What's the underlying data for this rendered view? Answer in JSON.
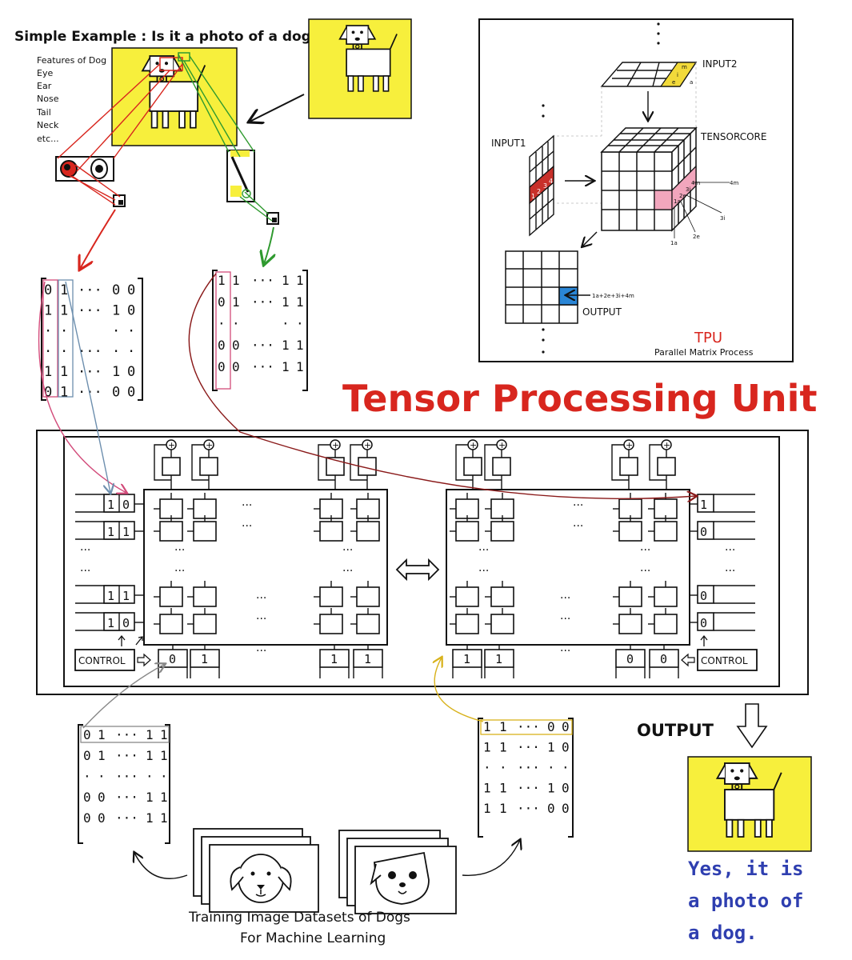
{
  "colors": {
    "yellow": "#f7ef3c",
    "red": "#d8261e",
    "blue": "#2f3fb0",
    "green": "#2f9a2f",
    "pink": "#f2a6bd",
    "cellblue": "#2a86d6"
  },
  "top_left": {
    "title": "Simple Example : Is it a photo of a dog?",
    "features_header": "Features of Dog",
    "features": [
      "Eye",
      "Ear",
      "Nose",
      "Tail",
      "Neck",
      "etc..."
    ]
  },
  "matrices": {
    "m1": {
      "rows": [
        [
          "0",
          "1",
          "···",
          "0",
          "0"
        ],
        [
          "1",
          "1",
          "···",
          "1",
          "0"
        ],
        [
          "·",
          "·",
          "",
          "·",
          "·"
        ],
        [
          "·",
          "·",
          "···",
          "·",
          "·"
        ],
        [
          "1",
          "1",
          "···",
          "1",
          "0"
        ],
        [
          "0",
          "1",
          "···",
          "0",
          "0"
        ]
      ]
    },
    "m2": {
      "rows": [
        [
          "1",
          "1",
          "···",
          "1",
          "1"
        ],
        [
          "0",
          "1",
          "···",
          "1",
          "1"
        ],
        [
          "·",
          "·",
          "",
          "·",
          "·"
        ],
        [
          "0",
          "0",
          "···",
          "1",
          "1"
        ],
        [
          "0",
          "0",
          "···",
          "1",
          "1"
        ]
      ]
    },
    "m3": {
      "rows": [
        [
          "0",
          "1",
          "···",
          "1",
          "1"
        ],
        [
          "0",
          "1",
          "···",
          "1",
          "1"
        ],
        [
          "·",
          "·",
          "···",
          "·",
          "·"
        ],
        [
          "0",
          "0",
          "···",
          "1",
          "1"
        ],
        [
          "0",
          "0",
          "···",
          "1",
          "1"
        ]
      ]
    },
    "m4": {
      "rows": [
        [
          "1",
          "1",
          "···",
          "0",
          "0"
        ],
        [
          "1",
          "1",
          "···",
          "1",
          "0"
        ],
        [
          "·",
          "·",
          "···",
          "·",
          "·"
        ],
        [
          "1",
          "1",
          "···",
          "1",
          "0"
        ],
        [
          "1",
          "1",
          "···",
          "0",
          "0"
        ]
      ]
    }
  },
  "tpu": {
    "input2": "INPUT2",
    "input1": "INPUT1",
    "tensorcore": "TENSORCORE",
    "output": "OUTPUT",
    "formula": "1a+2e+3i+4m",
    "cube_labels": [
      "1a",
      "2e",
      "3i",
      "4m"
    ],
    "input1_cells": [
      "1",
      "2",
      "3",
      "4"
    ],
    "input2_cells": [
      "m",
      "i",
      "e",
      "a"
    ],
    "name": "TPU",
    "subtitle": "Parallel Matrix Process"
  },
  "main_title": "Tensor Processing Unit",
  "systolic": {
    "left_inputs": [
      [
        "1",
        "0"
      ],
      [
        "1",
        "1"
      ],
      [
        "1",
        "1"
      ],
      [
        "1",
        "0"
      ]
    ],
    "right_inputs": [
      "1",
      "0",
      "0",
      "0"
    ],
    "bottom_left": [
      "0",
      "1",
      "1",
      "1"
    ],
    "bottom_right": [
      "1",
      "1",
      "0",
      "0"
    ],
    "control": "CONTROL",
    "ellipsis": "···"
  },
  "output_label": "OUTPUT",
  "result": {
    "line1": "Yes, it is",
    "line2": "a photo of",
    "line3": "a dog."
  },
  "training": {
    "line1": "Training Image Datasets of Dogs",
    "line2": "For Machine Learning"
  }
}
